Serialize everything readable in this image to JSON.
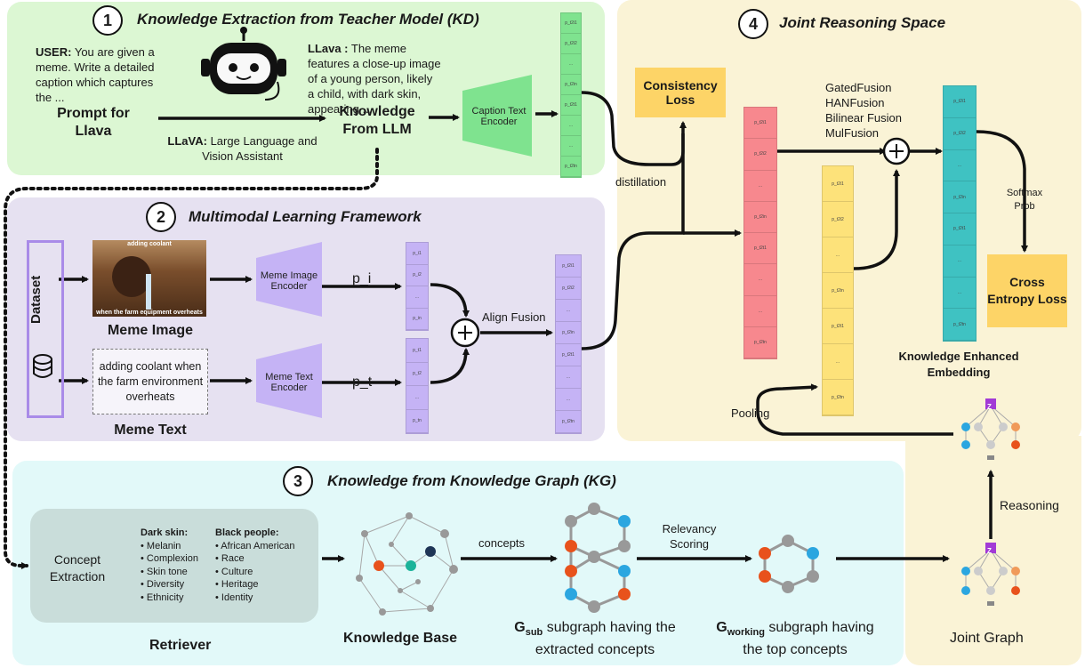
{
  "panel1": {
    "number": "1",
    "title": "Knowledge Extraction from Teacher Model  (KD)",
    "user_label": "USER:",
    "user_text": "You are given a meme. Write a detailed caption which captures the ...",
    "prompt_label": "Prompt for Llava",
    "llava_label": "LLava :",
    "llava_text": "The meme features a close-up image of a young person, likely a child, with dark skin, appearing ...",
    "knowledge_label": "Knowledge From LLM",
    "llava_def_label": "LLaVA:",
    "llava_def_text": "Large Language and Vision Assistant",
    "encoder_label": "Caption Text Encoder",
    "vector_cells": [
      "p_t2i1",
      "p_t2i2",
      "...",
      "p_t2in",
      "p_t2t1",
      "...",
      "...",
      "p_t2tn"
    ]
  },
  "panel2": {
    "number": "2",
    "title": "Multimodal Learning Framework",
    "dataset_label": "Dataset",
    "meme_image_caption_top": "adding coolant",
    "meme_image_caption_bottom": "when the farm equipment overheats",
    "meme_image_label": "Meme Image",
    "meme_text": "adding coolant when the farm environment overheats",
    "meme_text_label": "Meme Text",
    "image_encoder_label": "Meme Image Encoder",
    "text_encoder_label": "Meme Text Encoder",
    "pi_label": "p_i",
    "pt_label": "p_t",
    "pi_cells": [
      "p_i1",
      "p_i2",
      "...",
      "p_in"
    ],
    "pt_cells": [
      "p_t1",
      "p_t2",
      "...",
      "p_tn"
    ],
    "fusion_label": "Align Fusion",
    "fused_cells": [
      "p_t2i1",
      "p_t2i2",
      "...",
      "p_t2in",
      "p_t2t1",
      "...",
      "...",
      "p_t2tn"
    ]
  },
  "panel3": {
    "number": "3",
    "title": "Knowledge from Knowledge Graph (KG)",
    "concept_extraction": "Concept Extraction",
    "dark_skin_title": "Dark skin:",
    "dark_skin_items": [
      "• Melanin",
      "• Complexion",
      "• Skin tone",
      "• Diversity",
      "• Ethnicity"
    ],
    "black_people_title": "Black people:",
    "black_people_items": [
      "• African American",
      "• Race",
      "• Culture",
      "• Heritage",
      "• Identity"
    ],
    "retriever_label": "Retriever",
    "kb_label": "Knowledge Base",
    "concepts_label": "concepts",
    "gsub_main": "G",
    "gsub_sub": "sub",
    "gsub_text": "subgraph having the extracted concepts",
    "relevancy_label": "Relevancy Scoring",
    "gwork_main": "G",
    "gwork_sub": "working",
    "gwork_text": "subgraph having the top concepts",
    "joint_graph_label": "Joint Graph",
    "reasoning_label": "Reasoning"
  },
  "panel4": {
    "number": "4",
    "title": "Joint Reasoning Space",
    "consistency_loss": "Consistency Loss",
    "distillation_label": "distillation",
    "fusion_options": [
      "GatedFusion",
      "HANFusion",
      "Bilinear Fusion",
      "MulFusion"
    ],
    "softmax_label": "Softmax Prob",
    "cross_entropy": "Cross Entropy Loss",
    "kee_label": "Knowledge Enhanced Embedding",
    "pooling_label": "Pooling",
    "red_cells": [
      "p_t2i1",
      "p_t2i2",
      "...",
      "p_t2in",
      "p_t2t1",
      "...",
      "...",
      "p_t2tn"
    ],
    "yellow_cells": [
      "p_t2i1",
      "p_t2i2",
      "...",
      "p_t2in",
      "p_t2t1",
      "...",
      "p_t2tn"
    ],
    "teal_cells": [
      "p_t2i1",
      "p_t2i2",
      "...",
      "p_t2in",
      "p_t2t1",
      "...",
      "...",
      "p_t2tn"
    ],
    "z_label": "Z"
  },
  "colors": {
    "green_panel": "#dcf7d3",
    "purple_panel": "#e6e1f1",
    "cyan_panel": "#e2f9f9",
    "yellow_panel": "#faf3d6",
    "encoder_green": "#7fe38f",
    "encoder_purple": "#c5b3f5",
    "vector_red": "#f7888e",
    "vector_yellow": "#fde27a",
    "vector_teal": "#3fc2c2",
    "orange_box": "#fdd467",
    "node_orange": "#e8521c",
    "node_blue": "#2ba6e0"
  },
  "icons": [
    "robot-icon",
    "database-icon",
    "plus-circle-icon",
    "graph-icon"
  ]
}
